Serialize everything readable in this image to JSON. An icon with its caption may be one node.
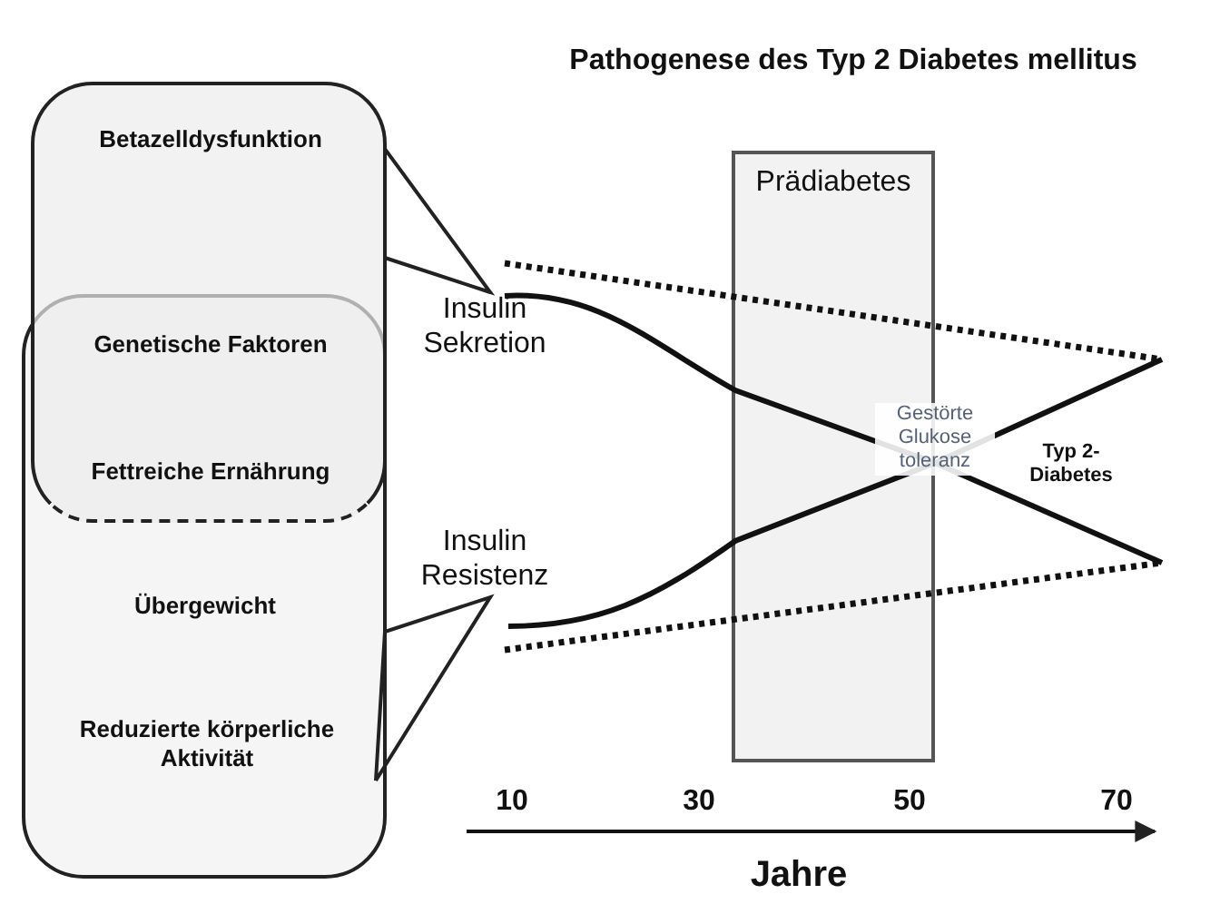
{
  "diagram": {
    "title": "Pathogenese des Typ 2 Diabetes mellitus",
    "nodes": [
      {
        "text": [
          "Betazelldysfunktion",
          "Genetische Faktoren",
          "Fettreiche Ernährung"
        ]
      },
      {
        "text": [
          "Übergewicht",
          "Reduzierte körperliche Aktivität"
        ]
      },
      {
        "text": [
          "Insulin Sekretion"
        ]
      },
      {
        "text": [
          "Insulin Resistenz"
        ]
      },
      {
        "text": [
          "Prädiabetes"
        ]
      }
    ],
    "edges": [
      {
        "from": 0,
        "to": 2,
        "arrow": "none"
      },
      {
        "from": 1,
        "to": 3,
        "arrow": "none"
      }
    ],
    "labels": [
      "Gestörte Glukose toleranz",
      "Typ 2-Diabetes",
      "10",
      "30",
      "50",
      "70",
      "Jahre"
    ]
  }
}
